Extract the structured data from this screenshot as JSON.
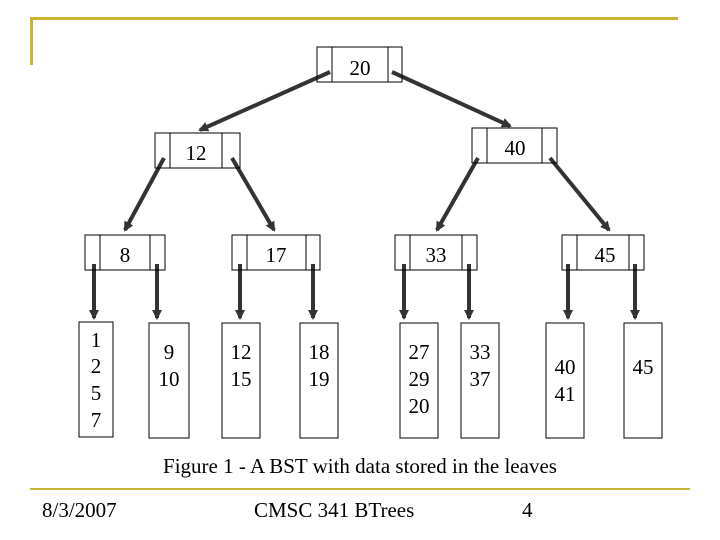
{
  "root": {
    "key": "20"
  },
  "internal": [
    {
      "key": "12"
    },
    {
      "key": "40"
    }
  ],
  "level2": [
    {
      "key": "8"
    },
    {
      "key": "17"
    },
    {
      "key": "33"
    },
    {
      "key": "45"
    }
  ],
  "leaves": [
    {
      "values": [
        "1",
        "2",
        "5",
        "7"
      ]
    },
    {
      "values": [
        "9",
        "10"
      ]
    },
    {
      "values": [
        "12",
        "15"
      ]
    },
    {
      "values": [
        "18",
        "19"
      ]
    },
    {
      "values": [
        "27",
        "29",
        "20"
      ]
    },
    {
      "values": [
        "33",
        "37"
      ]
    },
    {
      "values": [
        "40",
        "41"
      ]
    },
    {
      "values": [
        "45"
      ]
    }
  ],
  "caption": "Figure 1 - A BST with data stored in the leaves",
  "footer": {
    "date": "8/3/2007",
    "title": "CMSC 341 BTrees",
    "page": "4"
  },
  "colors": {
    "frame": "#C9B433",
    "lines": "#333333"
  }
}
